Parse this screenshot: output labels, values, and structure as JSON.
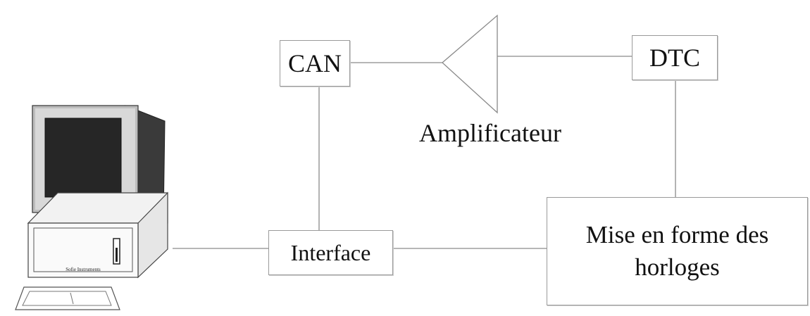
{
  "nodes": {
    "can": "CAN",
    "dtc": "DTC",
    "amplifier": "Amplificateur",
    "interface": "Interface",
    "clock_shaping": {
      "line1": "Mise en forme des",
      "line2": "horloges"
    },
    "computer_brand": "Sofie Instruments"
  },
  "connections": [
    {
      "from": "computer",
      "to": "interface"
    },
    {
      "from": "interface",
      "to": "can"
    },
    {
      "from": "interface",
      "to": "clock_shaping"
    },
    {
      "from": "can",
      "to": "amplifier"
    },
    {
      "from": "amplifier",
      "to": "dtc"
    },
    {
      "from": "dtc",
      "to": "clock_shaping"
    }
  ]
}
